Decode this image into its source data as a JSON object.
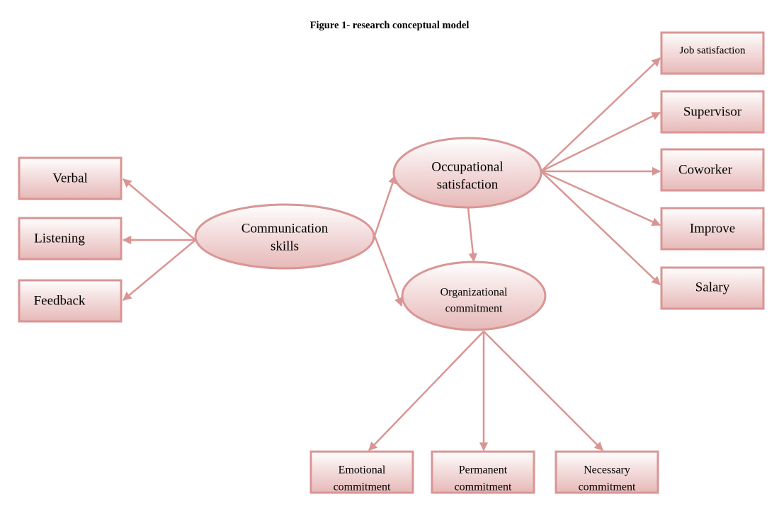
{
  "figure": {
    "title": "Figure 1- research conceptual model"
  },
  "colors": {
    "stroke": "#d99594",
    "fill_top": "#ffffff",
    "fill_bottom": "#e6b9b8",
    "text": "#000000"
  },
  "nodes": [
    {
      "id": "verbal",
      "shape": "box",
      "label": [
        "Verbal"
      ]
    },
    {
      "id": "listening",
      "shape": "box",
      "label": [
        "Listening"
      ]
    },
    {
      "id": "feedback",
      "shape": "box",
      "label": [
        "Feedback"
      ]
    },
    {
      "id": "communication",
      "shape": "ellipse",
      "label": [
        "Communication",
        "skills"
      ]
    },
    {
      "id": "occupational",
      "shape": "ellipse",
      "label": [
        "Occupational",
        "satisfaction"
      ]
    },
    {
      "id": "organizational",
      "shape": "ellipse",
      "label": [
        "Organizational",
        "commitment"
      ]
    },
    {
      "id": "job",
      "shape": "box",
      "label": [
        "Job satisfaction"
      ]
    },
    {
      "id": "supervisor",
      "shape": "box",
      "label": [
        "Supervisor"
      ]
    },
    {
      "id": "coworker",
      "shape": "box",
      "label": [
        "Coworker"
      ]
    },
    {
      "id": "improve",
      "shape": "box",
      "label": [
        "Improve"
      ]
    },
    {
      "id": "salary",
      "shape": "box",
      "label": [
        "Salary"
      ]
    },
    {
      "id": "emotional",
      "shape": "box",
      "label": [
        "Emotional",
        "commitment"
      ]
    },
    {
      "id": "permanent",
      "shape": "box",
      "label": [
        "Permanent",
        "commitment"
      ]
    },
    {
      "id": "necessary",
      "shape": "box",
      "label": [
        "Necessary",
        "commitment"
      ]
    }
  ],
  "edges": [
    {
      "from": "communication",
      "to": "verbal"
    },
    {
      "from": "communication",
      "to": "listening"
    },
    {
      "from": "communication",
      "to": "feedback"
    },
    {
      "from": "communication",
      "to": "occupational"
    },
    {
      "from": "communication",
      "to": "organizational"
    },
    {
      "from": "occupational",
      "to": "organizational"
    },
    {
      "from": "occupational",
      "to": "job"
    },
    {
      "from": "occupational",
      "to": "supervisor"
    },
    {
      "from": "occupational",
      "to": "coworker"
    },
    {
      "from": "occupational",
      "to": "improve"
    },
    {
      "from": "occupational",
      "to": "salary"
    },
    {
      "from": "organizational",
      "to": "emotional"
    },
    {
      "from": "organizational",
      "to": "permanent"
    },
    {
      "from": "organizational",
      "to": "necessary"
    }
  ]
}
